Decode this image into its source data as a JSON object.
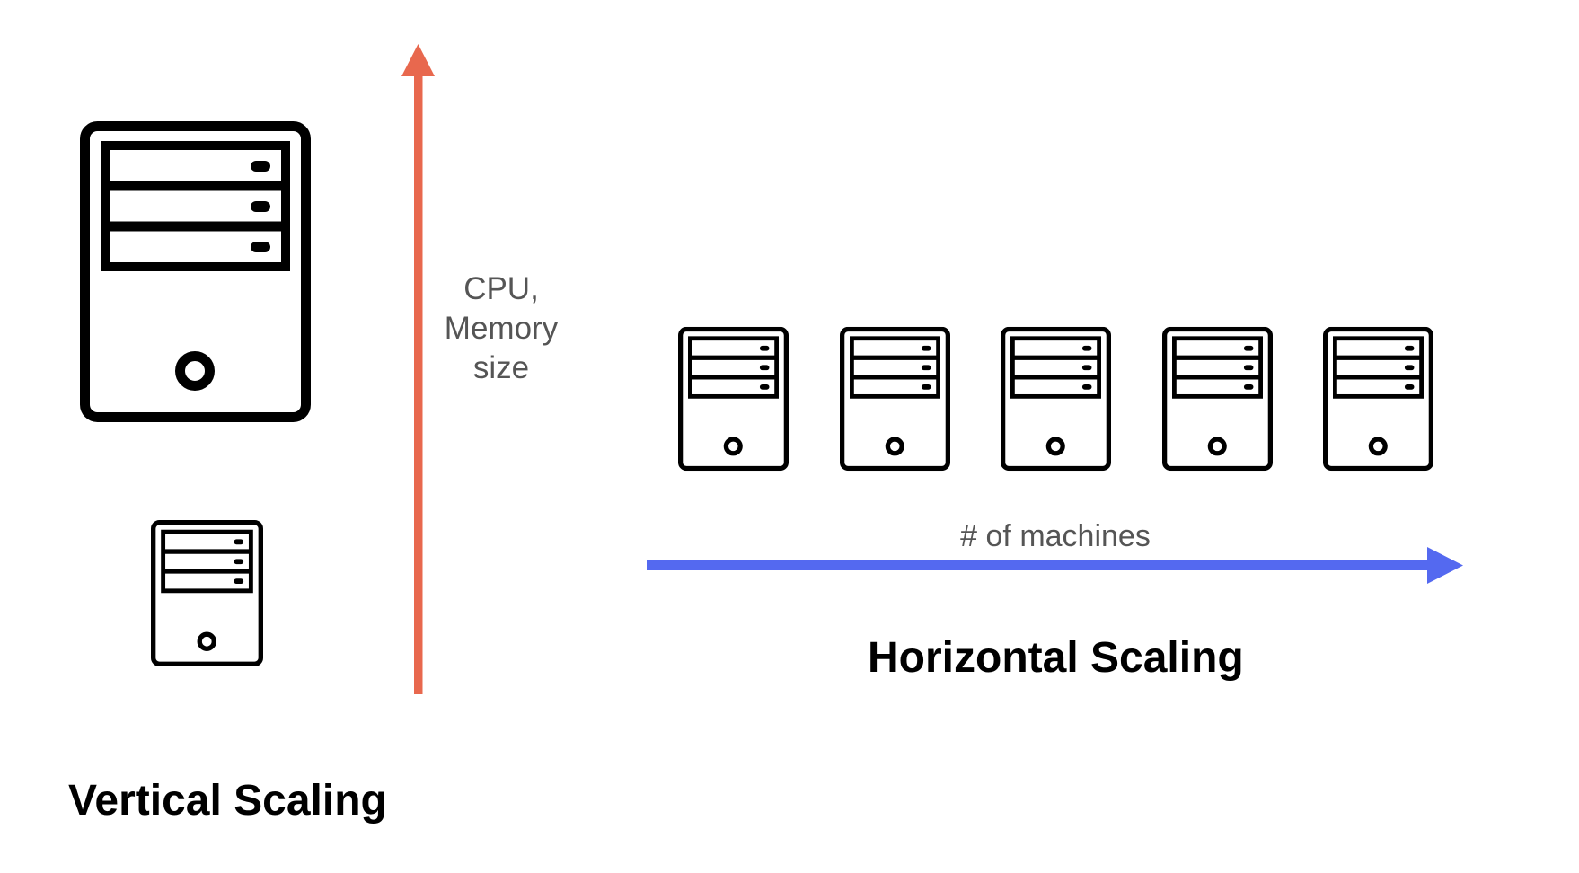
{
  "diagram": {
    "vertical": {
      "heading": "Vertical Scaling",
      "axis_label_lines": [
        "CPU,",
        "Memory",
        "size"
      ],
      "arrow_color": "#E8684E",
      "servers": [
        {
          "role": "large-server"
        },
        {
          "role": "small-server"
        }
      ]
    },
    "horizontal": {
      "heading": "Horizontal Scaling",
      "axis_label": "# of machines",
      "arrow_color": "#5469F0",
      "server_count": 5
    },
    "colors": {
      "icon_stroke": "#000000",
      "label_text": "#555555",
      "heading_text": "#000000",
      "background": "#FFFFFF"
    }
  }
}
